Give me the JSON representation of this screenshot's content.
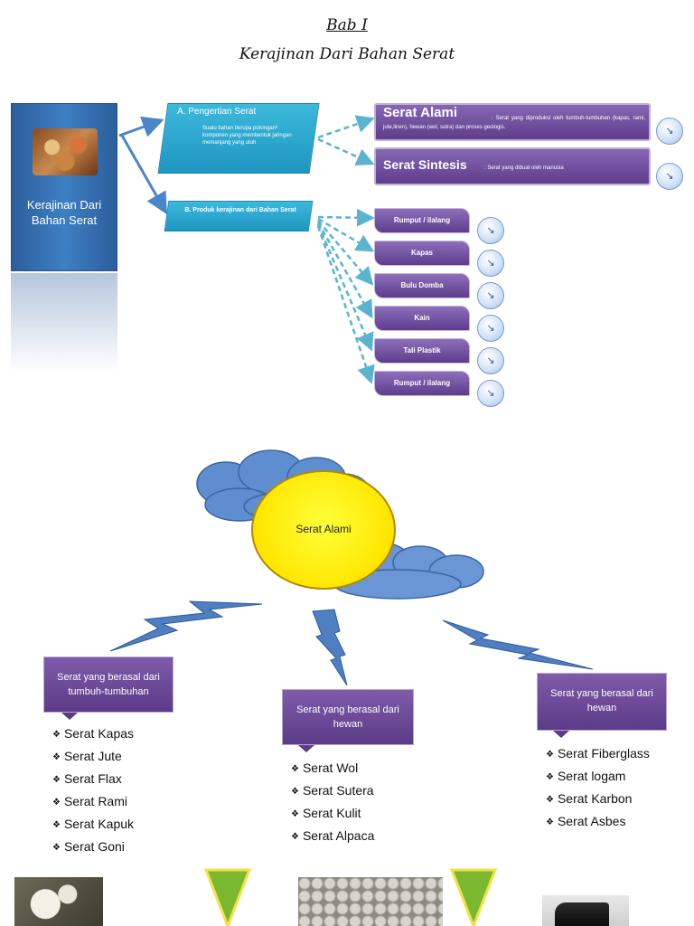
{
  "header": {
    "chapter": "Bab I",
    "title": "Kerajinan Dari Bahan Serat"
  },
  "top": {
    "left_box_label": "Kerajinan Dari Bahan Serat",
    "box_a": {
      "title": "A.   Pengertian Serat",
      "description": "Suatu bahan berupa potongan² komponen yang membentuk jaringan memanjang yang utuh"
    },
    "box_b": {
      "title": "B. Produk kerajinan dari Bahan Serat"
    },
    "serat_alami": {
      "title": "Serat  Alami",
      "description": ": Serat yang diproduksi oleh tumbuh-tumbuhan (kapas, rami, jute,linen), hewan (wol, sutra) dan proses geologis."
    },
    "serat_sintesis": {
      "title": "Serat Sintesis",
      "description": ": Serat yang dibuat oleh manusia"
    },
    "products": [
      "Rumput / ilalang",
      "Kapas",
      "Bulu Domba",
      "Kain",
      "Tali Plastik",
      "Rumput / ilalang"
    ]
  },
  "bottom": {
    "center_label": "Serat Alami",
    "groups": [
      {
        "heading": "Serat yang berasal dari tumbuh-tumbuhan",
        "items": [
          "Serat Kapas",
          "Serat Jute",
          "Serat Flax",
          "Serat Rami",
          "Serat Kapuk",
          "Serat Goni"
        ]
      },
      {
        "heading": "Serat yang berasal dari hewan",
        "items": [
          "Serat Wol",
          "Serat Sutera",
          "Serat Kulit",
          "Serat Alpaca"
        ]
      },
      {
        "heading": "Serat yang berasal dari hewan",
        "items": [
          "Serat Fiberglass",
          "Serat logam",
          "Serat Karbon",
          "Serat Asbes"
        ]
      }
    ]
  },
  "colors": {
    "blue_box": "#3f7fc4",
    "cyan_box": "#2aa6d0",
    "purple_box": "#6a4a9a",
    "sun": "#ffee00",
    "cloud": "#6a96d2",
    "lightning": "#4f7fc0",
    "arrow": "#5ab4d0",
    "green_triangle": "#7ab830"
  }
}
